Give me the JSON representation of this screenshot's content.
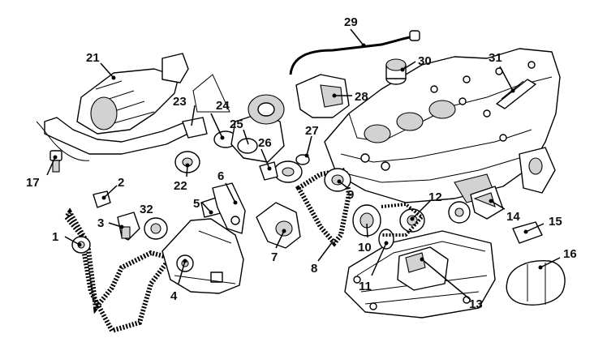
{
  "callouts": [
    {
      "id": "c1",
      "label": "1"
    },
    {
      "id": "c2",
      "label": "2"
    },
    {
      "id": "c3",
      "label": "3"
    },
    {
      "id": "c4",
      "label": "4"
    },
    {
      "id": "c5",
      "label": "5"
    },
    {
      "id": "c6",
      "label": "6"
    },
    {
      "id": "c7",
      "label": "7"
    },
    {
      "id": "c8",
      "label": "8"
    },
    {
      "id": "c9",
      "label": "9"
    },
    {
      "id": "c10",
      "label": "10"
    },
    {
      "id": "c11",
      "label": "11"
    },
    {
      "id": "c12",
      "label": "12"
    },
    {
      "id": "c13",
      "label": "13"
    },
    {
      "id": "c14",
      "label": "14"
    },
    {
      "id": "c15",
      "label": "15"
    },
    {
      "id": "c16",
      "label": "16"
    },
    {
      "id": "c17",
      "label": "17"
    },
    {
      "id": "c21",
      "label": "21"
    },
    {
      "id": "c22",
      "label": "22"
    },
    {
      "id": "c23",
      "label": "23"
    },
    {
      "id": "c24",
      "label": "24"
    },
    {
      "id": "c25",
      "label": "25"
    },
    {
      "id": "c26",
      "label": "26"
    },
    {
      "id": "c27",
      "label": "27"
    },
    {
      "id": "c28",
      "label": "28"
    },
    {
      "id": "c29",
      "label": "29"
    },
    {
      "id": "c30",
      "label": "30"
    },
    {
      "id": "c31",
      "label": "31"
    },
    {
      "id": "c32",
      "label": "32"
    }
  ]
}
